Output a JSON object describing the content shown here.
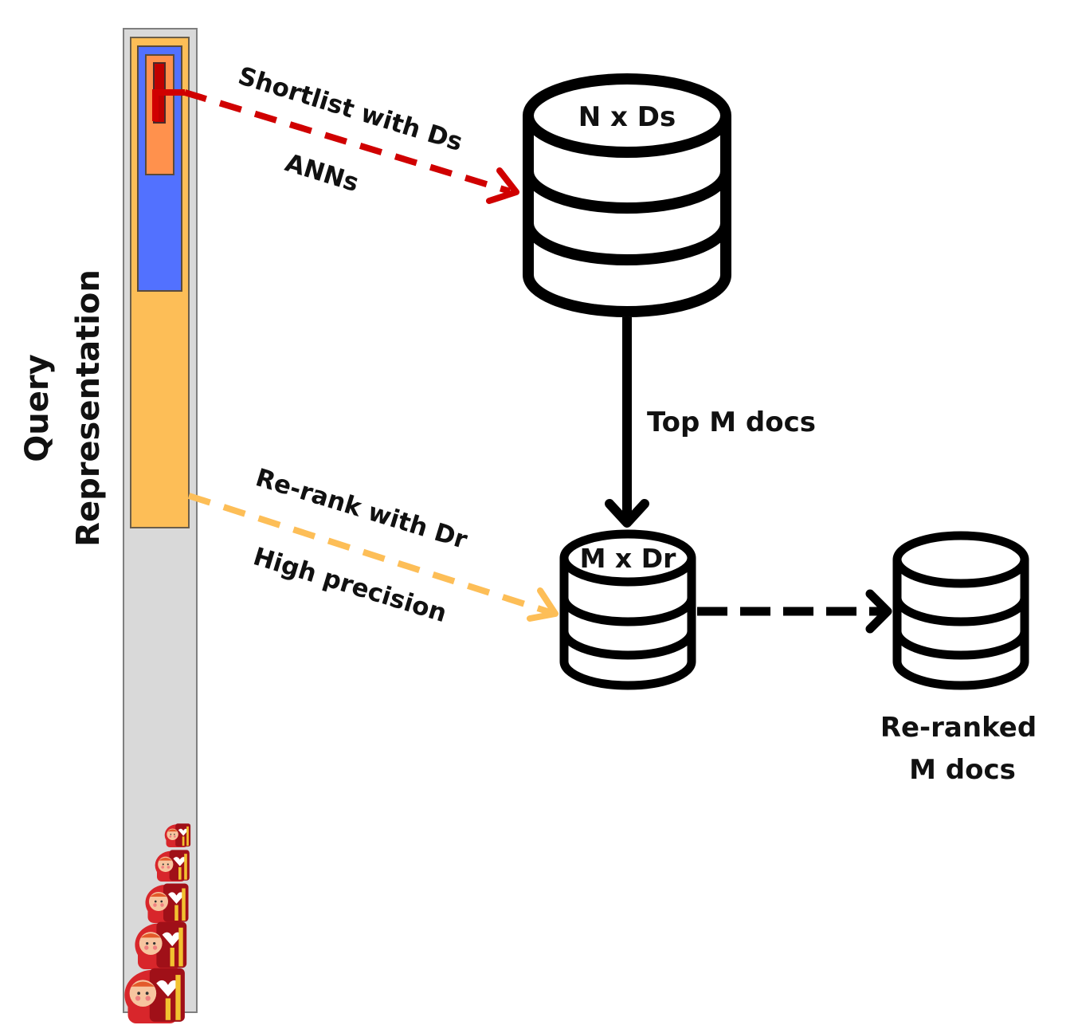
{
  "colors": {
    "background": "#ffffff",
    "bar_gray": "#d9d9d9",
    "bar_gray_border": "#7f7f7f",
    "layer_yellow": "#fdbe57",
    "layer_blue": "#5271ff",
    "layer_orange": "#ff914d",
    "layer_red": "#c00000",
    "arrow_red": "#d00000",
    "arrow_yellow": "#fdbe57",
    "arrow_black": "#000000",
    "doll_red": "#d8262b",
    "doll_dark": "#a01018",
    "doll_face": "#f7c59f"
  },
  "query_label": {
    "line1": "Query",
    "line2": "Representation"
  },
  "shortlist_edge": {
    "line1": "Shortlist with Ds",
    "line2": "ANNs"
  },
  "rerank_edge": {
    "line1": "Re-rank with Dr",
    "line2": "High precision"
  },
  "top_m_edge": {
    "label": "Top M docs"
  },
  "databases": {
    "large": {
      "label": "N x Ds",
      "icon": "database-icon"
    },
    "medium": {
      "label": "M x Dr",
      "icon": "database-icon"
    },
    "result": {
      "label_line1": "Re-ranked",
      "label_line2": "M docs",
      "icon": "database-icon"
    }
  },
  "dolls": {
    "icon": "matryoshka-doll-icon",
    "count": 5
  }
}
